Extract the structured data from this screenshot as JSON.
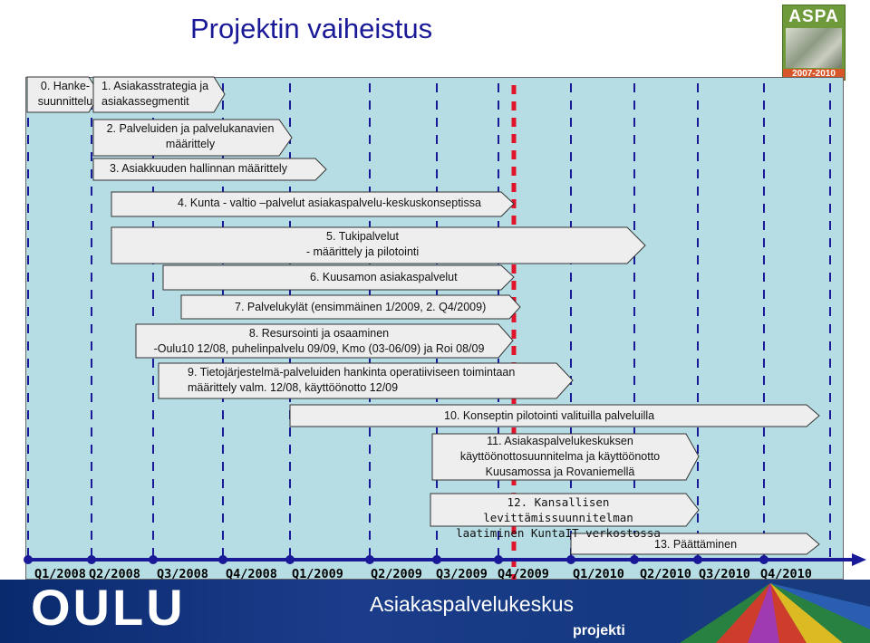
{
  "title": "Projektin vaiheistus",
  "logo": {
    "name": "ASPA",
    "years": "2007-2010"
  },
  "phase0": {
    "label": "0. Hanke-\nsuunnittelu"
  },
  "bars": [
    {
      "label": "1. Asiakasstrategia ja\nasiakassegmentit"
    },
    {
      "label": "2. Palveluiden ja palvelukanavien\nmäärittely"
    },
    {
      "label": "3. Asiakkuuden hallinnan määrittely"
    },
    {
      "label": "4. Kunta - valtio –palvelut asiakaspalvelu-keskuskonseptissa"
    },
    {
      "label": "5. Tukipalvelut\n- määrittely ja pilotointi"
    },
    {
      "label": "6. Kuusamon asiakaspalvelut"
    },
    {
      "label": "7. Palvelukylät (ensimmäinen 1/2009, 2. Q4/2009)"
    },
    {
      "label": "8. Resursointi ja osaaminen\n-Oulu10 12/08, puhelinpalvelu 09/09, Kmo  (03-06/09)  ja Roi 08/09"
    },
    {
      "label": "9. Tietojärjestelmä-palveluiden hankinta operatiiviseen toimintaan\nmäärittely valm. 12/08, käyttöönotto 12/09"
    },
    {
      "label": "10. Konseptin pilotointi valituilla palveluilla"
    },
    {
      "label": "11. Asiakaspalvelukeskuksen\nkäyttöönottosuunnitelma  ja käyttöönotto\nKuusamossa  ja Rovaniemellä"
    },
    {
      "label": "12. Kansallisen levittämissuunnitelman\nlaatiminen KuntaIT verkostossa"
    },
    {
      "label": "13. Päättäminen"
    }
  ],
  "quarters": [
    "Q1/2008",
    "Q2/2008",
    "Q3/2008",
    "Q4/2008",
    "Q1/2009",
    "Q2/2009",
    "Q3/2009",
    "Q4/2009",
    "Q1/2010",
    "Q2/2010",
    "Q3/2010",
    "Q4/2010"
  ],
  "footer": {
    "org": "OULU",
    "center": "Asiakaspalvelukeskus",
    "sub": "projekti"
  },
  "colors": {
    "title": "#1a1a99",
    "panel": "#b7dde4",
    "gridline": "#1a1a99",
    "today_line": "#e0142a",
    "timeline_arrow": "#1a1a99",
    "footer": "#163a82"
  }
}
